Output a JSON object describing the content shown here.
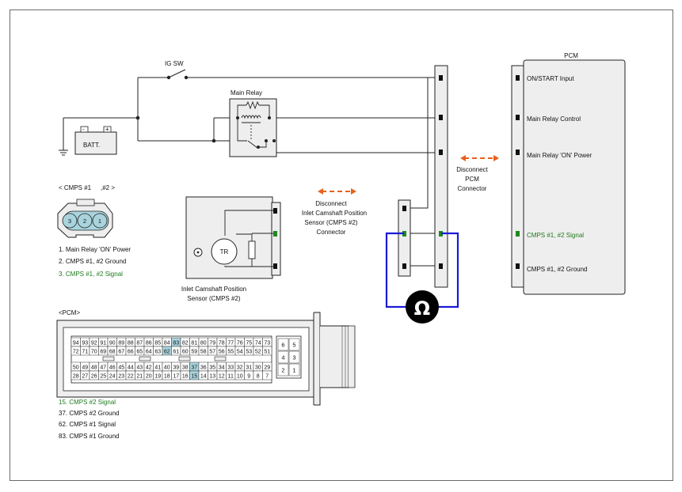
{
  "labels": {
    "ig_sw": "IG SW",
    "main_relay": "Main Relay",
    "batt": "BATT.",
    "pcm_title": "PCM",
    "cmps_header_1": "< CMPS #1",
    "cmps_header_2": ",#2  >",
    "tr": "TR",
    "sensor_caption_1": "Inlet Camshaft Position",
    "sensor_caption_2": "Sensor (CMPS #2)",
    "pcm_connector_header": "<PCM>",
    "omega": "Ω"
  },
  "pcm_pins": {
    "on_start_input": "ON/START Input",
    "main_relay_control": "Main Relay Control",
    "main_relay_on_power": "Main Relay 'ON' Power",
    "cmps_signal": "CMPS #1, #2 Signal",
    "cmps_ground": "CMPS #1, #2 Ground"
  },
  "callouts": {
    "disconnect_pcm": [
      "Disconnect",
      "PCM",
      "Connector"
    ],
    "disconnect_sensor": [
      "Disconnect",
      "Inlet Camshaft Position",
      "Sensor (CMPS #2)",
      "Connector"
    ]
  },
  "cmps_legend": [
    "1.  Main Relay 'ON' Power",
    "2. CMPS #1, #2 Ground",
    "3. CMPS #1, #2 Signal"
  ],
  "cmps_pin_numbers": [
    "3",
    "2",
    "1"
  ],
  "pcm_legend": [
    "15. CMPS #2 Signal",
    "37. CMPS #2 Ground",
    "62. CMPS #1 Signal",
    "83. CMPS #1 Ground"
  ],
  "pcm_connector": {
    "row1": [
      "94",
      "93",
      "92",
      "91",
      "90",
      "89",
      "88",
      "87",
      "86",
      "85",
      "84",
      "83",
      "82",
      "81",
      "80",
      "79",
      "78",
      "77",
      "76",
      "75",
      "74",
      "73"
    ],
    "row2": [
      "72",
      "71",
      "70",
      "69",
      "68",
      "67",
      "66",
      "65",
      "64",
      "63",
      "62",
      "61",
      "60",
      "59",
      "58",
      "57",
      "56",
      "55",
      "54",
      "53",
      "52",
      "51"
    ],
    "row3": [
      "50",
      "49",
      "48",
      "47",
      "46",
      "45",
      "44",
      "43",
      "42",
      "41",
      "40",
      "39",
      "38",
      "37",
      "36",
      "35",
      "34",
      "33",
      "32",
      "31",
      "30",
      "29"
    ],
    "row4": [
      "28",
      "27",
      "26",
      "25",
      "24",
      "23",
      "22",
      "21",
      "20",
      "19",
      "18",
      "17",
      "16",
      "15",
      "14",
      "13",
      "12",
      "11",
      "10",
      "9",
      "8",
      "7"
    ],
    "side": [
      "6",
      "5",
      "4",
      "3",
      "2",
      "1"
    ],
    "highlighted": [
      "83",
      "62",
      "37",
      "15"
    ]
  },
  "colors": {
    "line": "#222222",
    "probe": "#1a1ad6",
    "arrow": "#e8601c",
    "signal": "#1e7a1e",
    "terminal_fill": "#a9d4dd",
    "component_fill": "#eeeeee",
    "highlight": "#a9d4dd"
  }
}
